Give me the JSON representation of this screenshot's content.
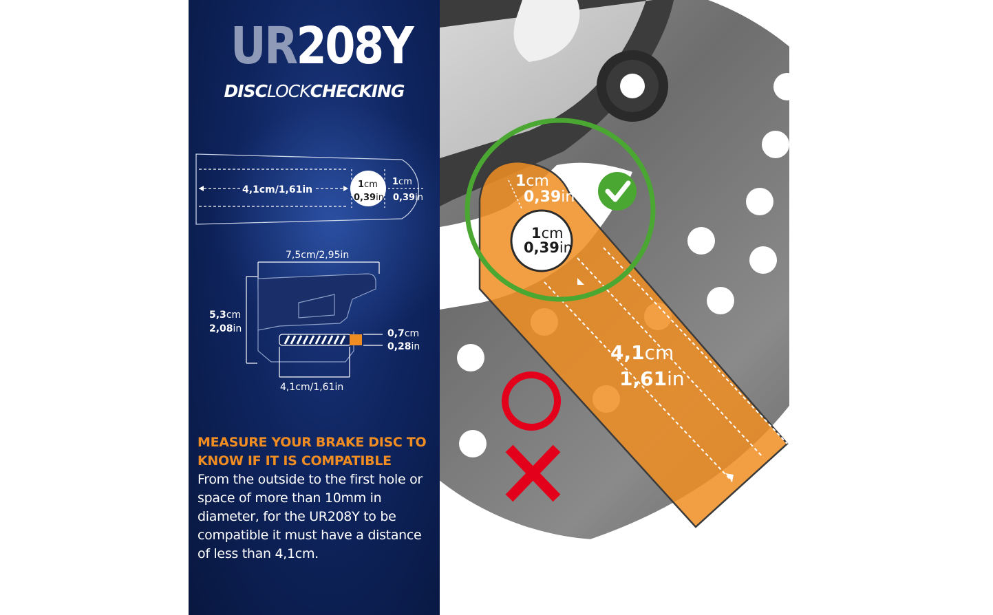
{
  "title": {
    "prefix": "UR",
    "number": "208Y"
  },
  "subtitle": {
    "part1": "DISC",
    "part2": "LOCK",
    "part3": "CHECKING"
  },
  "top_diagram": {
    "length_label": "4,1cm/1,61in",
    "hole_value_cm": "1",
    "hole_unit_cm": "cm",
    "hole_value_in": "0,39",
    "hole_unit_in": "in",
    "edge_value_cm": "1",
    "edge_unit_cm": "cm",
    "edge_value_in": "0,39",
    "edge_unit_in": "in"
  },
  "lock_diagram": {
    "width_label": "7,5cm/2,95in",
    "height_cm": "5,3",
    "height_cm_unit": "cm",
    "height_in": "2,08",
    "height_in_unit": "in",
    "pin_cm": "0,7",
    "pin_cm_unit": "cm",
    "pin_in": "0,28",
    "pin_in_unit": "in",
    "depth_label": "4,1cm/1,61in"
  },
  "instructions": {
    "heading": "MEASURE YOUR BRAKE DISC TO KNOW IF IT IS COMPATIBLE",
    "body": "From the outside to the first hole or space of more than 10mm in diameter, for the UR208Y to be compatible it must have a distance of less than 4,1cm."
  },
  "disc_callouts": {
    "edge_cm": "1",
    "edge_cm_unit": "cm",
    "edge_in": "0,39",
    "edge_in_unit": "in",
    "hole_cm": "1",
    "hole_cm_unit": "cm",
    "hole_in": "0,39",
    "hole_in_unit": "in",
    "length_cm": "4,1",
    "length_cm_unit": "cm",
    "length_in": "1,61",
    "length_in_unit": "in"
  },
  "colors": {
    "panel_blue": "#0f2560",
    "accent_orange": "#f08d22",
    "ok_green": "#4aa832",
    "bad_red": "#e3001b"
  },
  "icons": [
    "check-icon",
    "cross-icon",
    "circle-icon"
  ]
}
